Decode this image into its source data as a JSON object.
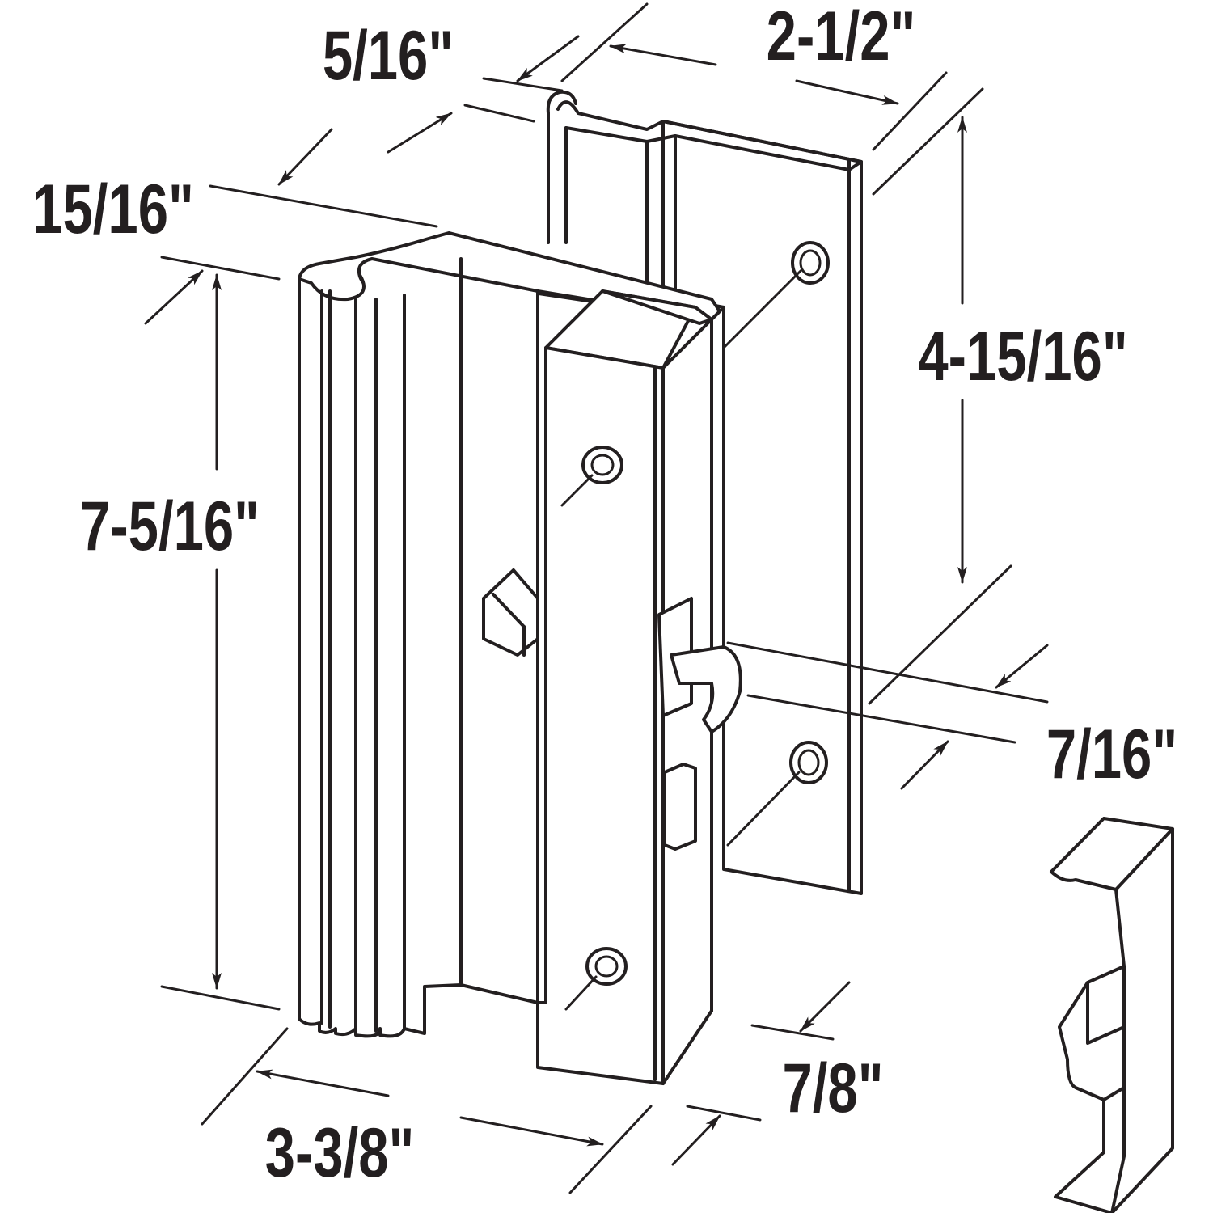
{
  "dimensions": {
    "top_offset": "5/16\"",
    "backplate_width": "2-1/2\"",
    "handle_depth": "15/16\"",
    "hole_spacing": "4-15/16\"",
    "overall_height": "7-5/16\"",
    "latch_offset": "7/16\"",
    "overall_width": "3-3/8\"",
    "face_width": "7/8\""
  },
  "colors": {
    "line": "#231f20",
    "background": "#ffffff"
  },
  "icons": {
    "screw": "screw-icon",
    "keeper": "keeper-clip"
  }
}
